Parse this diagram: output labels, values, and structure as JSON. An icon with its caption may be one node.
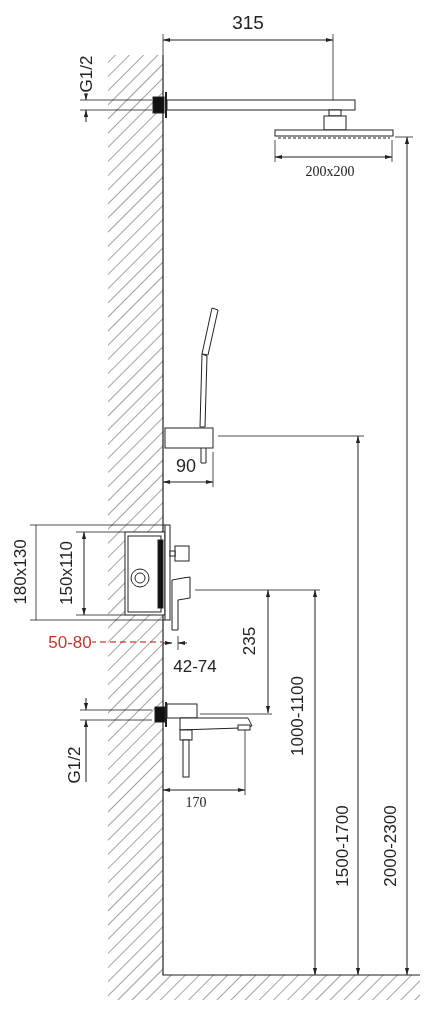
{
  "diagram": {
    "labels": [
      "315",
      "G1/2",
      "200x200",
      "90",
      "180x130",
      "150x110",
      "50-80",
      "42-74",
      "235",
      "1000-1100",
      "1500-1700",
      "2000-2300",
      "G1/2",
      "170"
    ]
  }
}
